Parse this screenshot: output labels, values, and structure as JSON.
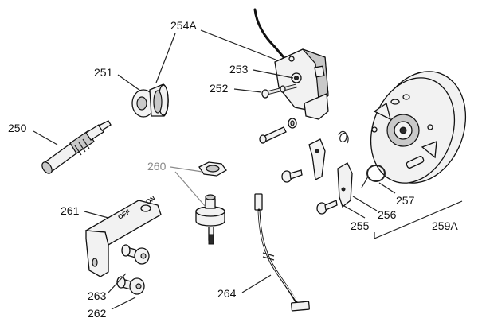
{
  "diagram": {
    "labels": {
      "p250": "250",
      "p251": "251",
      "p252": "252",
      "p253": "253",
      "p254A": "254A",
      "p255": "255",
      "p256": "256",
      "p257": "257",
      "p259A": "259A",
      "p260": "260",
      "p261": "261",
      "p262": "262",
      "p263": "263",
      "p264": "264"
    },
    "switch_plate_text": {
      "on": "ON",
      "off": "OFF"
    },
    "colors": {
      "line": "#222222",
      "gray_label": "#8a8a8a",
      "part_fill": "#f2f2f2"
    }
  }
}
